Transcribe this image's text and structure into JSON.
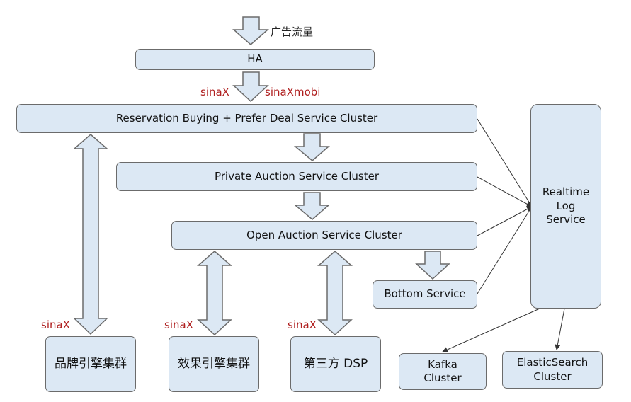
{
  "diagram": {
    "traffic_label": "广告流量",
    "ha": "HA",
    "channel_left": "sinaX",
    "channel_right": "sinaXmobi",
    "reservation": "Reservation Buying + Prefer Deal Service Cluster",
    "private_auction": "Private Auction Service Cluster",
    "open_auction": "Open Auction Service Cluster",
    "bottom_service": "Bottom Service",
    "realtime_log_lines": [
      "Realtime",
      "Log",
      "Service"
    ],
    "sinax_brand": "sinaX",
    "sinax_perf": "sinaX",
    "sinax_dsp": "sinaX",
    "brand_engine": "品牌引擎集群",
    "perf_engine": "效果引擎集群",
    "third_dsp": "第三方 DSP",
    "kafka_lines": [
      "Kafka",
      "Cluster"
    ],
    "es_lines": [
      "ElasticSearch",
      "Cluster"
    ]
  },
  "colors": {
    "box_fill": "#dce8f4",
    "border": "#6b6b6b",
    "label_red": "#b02020"
  }
}
